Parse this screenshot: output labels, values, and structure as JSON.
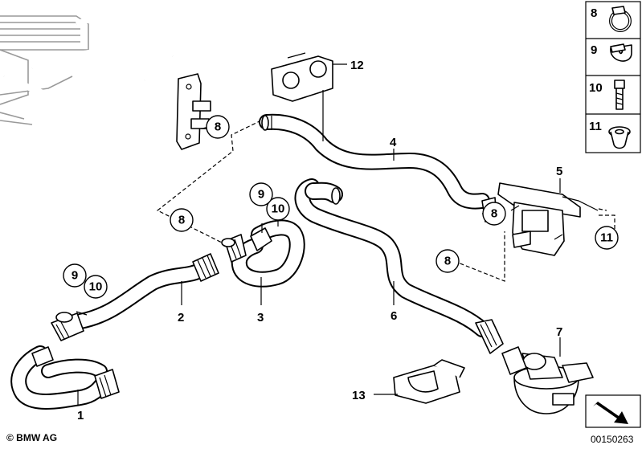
{
  "callouts": {
    "p1": "1",
    "p2": "2",
    "p3": "3",
    "p4": "4",
    "p5": "5",
    "p6": "6",
    "p7": "7",
    "p12": "12",
    "p13": "13",
    "c8a": "8",
    "c8b": "8",
    "c8c": "8",
    "c8d": "8",
    "c9a": "9",
    "c9b": "9",
    "c10a": "10",
    "c10b": "10",
    "c11": "11"
  },
  "legend": [
    "8",
    "9",
    "10",
    "11"
  ],
  "copyright": "© BMW AG",
  "doc_number": "00150263",
  "colors": {
    "line": "#000000",
    "ghost": "#999999",
    "background": "#ffffff"
  }
}
